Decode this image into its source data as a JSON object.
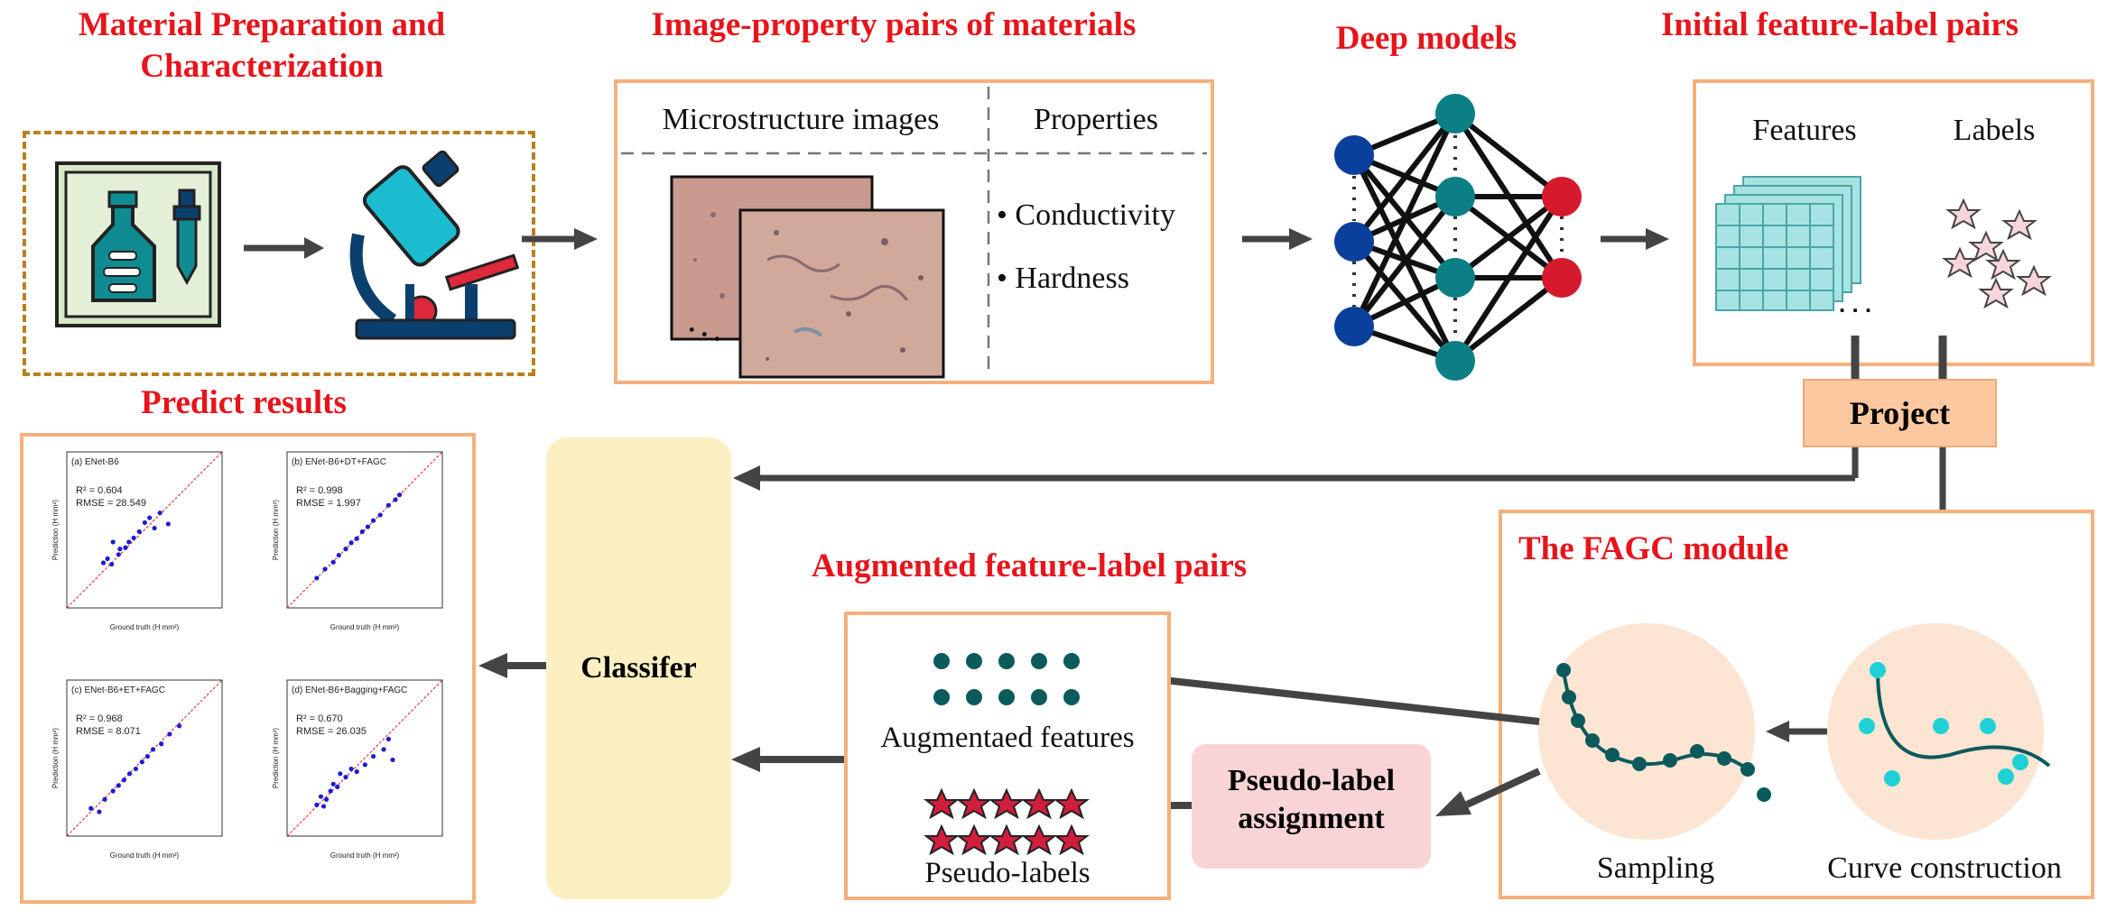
{
  "titles": {
    "prep": "Material Preparation and Characterization",
    "pairs": "Image-property pairs of materials",
    "models": "Deep models",
    "initial": "Initial feature-label pairs",
    "predict": "Predict results",
    "augmented": "Augmented feature-label pairs",
    "fagc": "The FAGC module"
  },
  "pairs_panel": {
    "col_images": "Microstructure images",
    "col_props": "Properties",
    "ellipsis": ". . .",
    "properties": [
      "Conductivity",
      "Hardness"
    ]
  },
  "initial_panel": {
    "features": "Features",
    "labels": "Labels"
  },
  "project_label": "Project",
  "classifier_label": "Classifer",
  "augmented_panel": {
    "features_label": "Augmentaed features",
    "labels_label": "Pseudo-labels"
  },
  "pseudo_box": {
    "line1": "Pseudo-label",
    "line2": "assignment"
  },
  "fagc_panel": {
    "sampling": "Sampling",
    "curve": "Curve construction"
  },
  "colors": {
    "title_red": "#e8141b",
    "box_border": "#f5b07d",
    "project_fill": "#fbc8a0",
    "classifier_fill": "#fcefc2",
    "pseudo_fill": "#f9d4d6",
    "teal": "#0b7f84",
    "navy": "#0b3f9c",
    "node_red": "#d41a2c",
    "dark_teal_dot": "#0b5a5c",
    "cyan": "#1fd1d6",
    "star_red": "#d11e3a"
  },
  "chart_data": [
    {
      "type": "scatter",
      "title": "(a) ENet-B6",
      "xlabel": "Ground truth (H mm²)",
      "ylabel": "Prediction (H mm²)",
      "r2": "0.604",
      "rmse": "RMSE = 28.549",
      "xlim": [
        75,
        300
      ],
      "ylim": [
        75,
        300
      ],
      "x": [
        128,
        134,
        140,
        142,
        150,
        152,
        160,
        165,
        172,
        180,
        188,
        195,
        202,
        210,
        222
      ],
      "y": [
        140,
        146,
        138,
        170,
        152,
        160,
        162,
        170,
        176,
        185,
        198,
        205,
        190,
        212,
        196
      ]
    },
    {
      "type": "scatter",
      "title": "(b) ENet-B6+DT+FAGC",
      "xlabel": "Ground truth (H mm²)",
      "ylabel": "Prediction (H mm²)",
      "r2": "0.998",
      "rmse": "RMSE = 1.997",
      "xlim": [
        75,
        300
      ],
      "ylim": [
        75,
        300
      ],
      "x": [
        118,
        130,
        142,
        150,
        160,
        168,
        176,
        184,
        192,
        200,
        210,
        222,
        232,
        238
      ],
      "y": [
        118,
        131,
        141,
        151,
        160,
        169,
        175,
        185,
        192,
        201,
        209,
        223,
        231,
        238
      ]
    },
    {
      "type": "scatter",
      "title": "(c) ENet-B6+ET+FAGC",
      "xlabel": "Ground truth (H mm²)",
      "ylabel": "Prediction (H mm²)",
      "r2": "0.968",
      "rmse": "RMSE = 8.071",
      "xlim": [
        75,
        300
      ],
      "ylim": [
        75,
        300
      ],
      "x": [
        110,
        122,
        130,
        142,
        150,
        158,
        166,
        175,
        184,
        192,
        200,
        212,
        224,
        238
      ],
      "y": [
        115,
        110,
        128,
        140,
        148,
        156,
        165,
        172,
        182,
        190,
        200,
        208,
        222,
        234
      ]
    },
    {
      "type": "scatter",
      "title": "(d) ENet-B6+Bagging+FAGC",
      "xlabel": "Ground truth (H mm²)",
      "ylabel": "Prediction (H mm²)",
      "r2": "0.670",
      "rmse": "RMSE = 26.035",
      "xlim": [
        75,
        300
      ],
      "ylim": [
        75,
        300
      ],
      "x": [
        118,
        124,
        128,
        132,
        138,
        142,
        148,
        152,
        160,
        168,
        176,
        188,
        200,
        215,
        222,
        228
      ],
      "y": [
        120,
        132,
        118,
        128,
        140,
        150,
        146,
        165,
        160,
        172,
        168,
        178,
        190,
        200,
        215,
        185
      ]
    }
  ]
}
